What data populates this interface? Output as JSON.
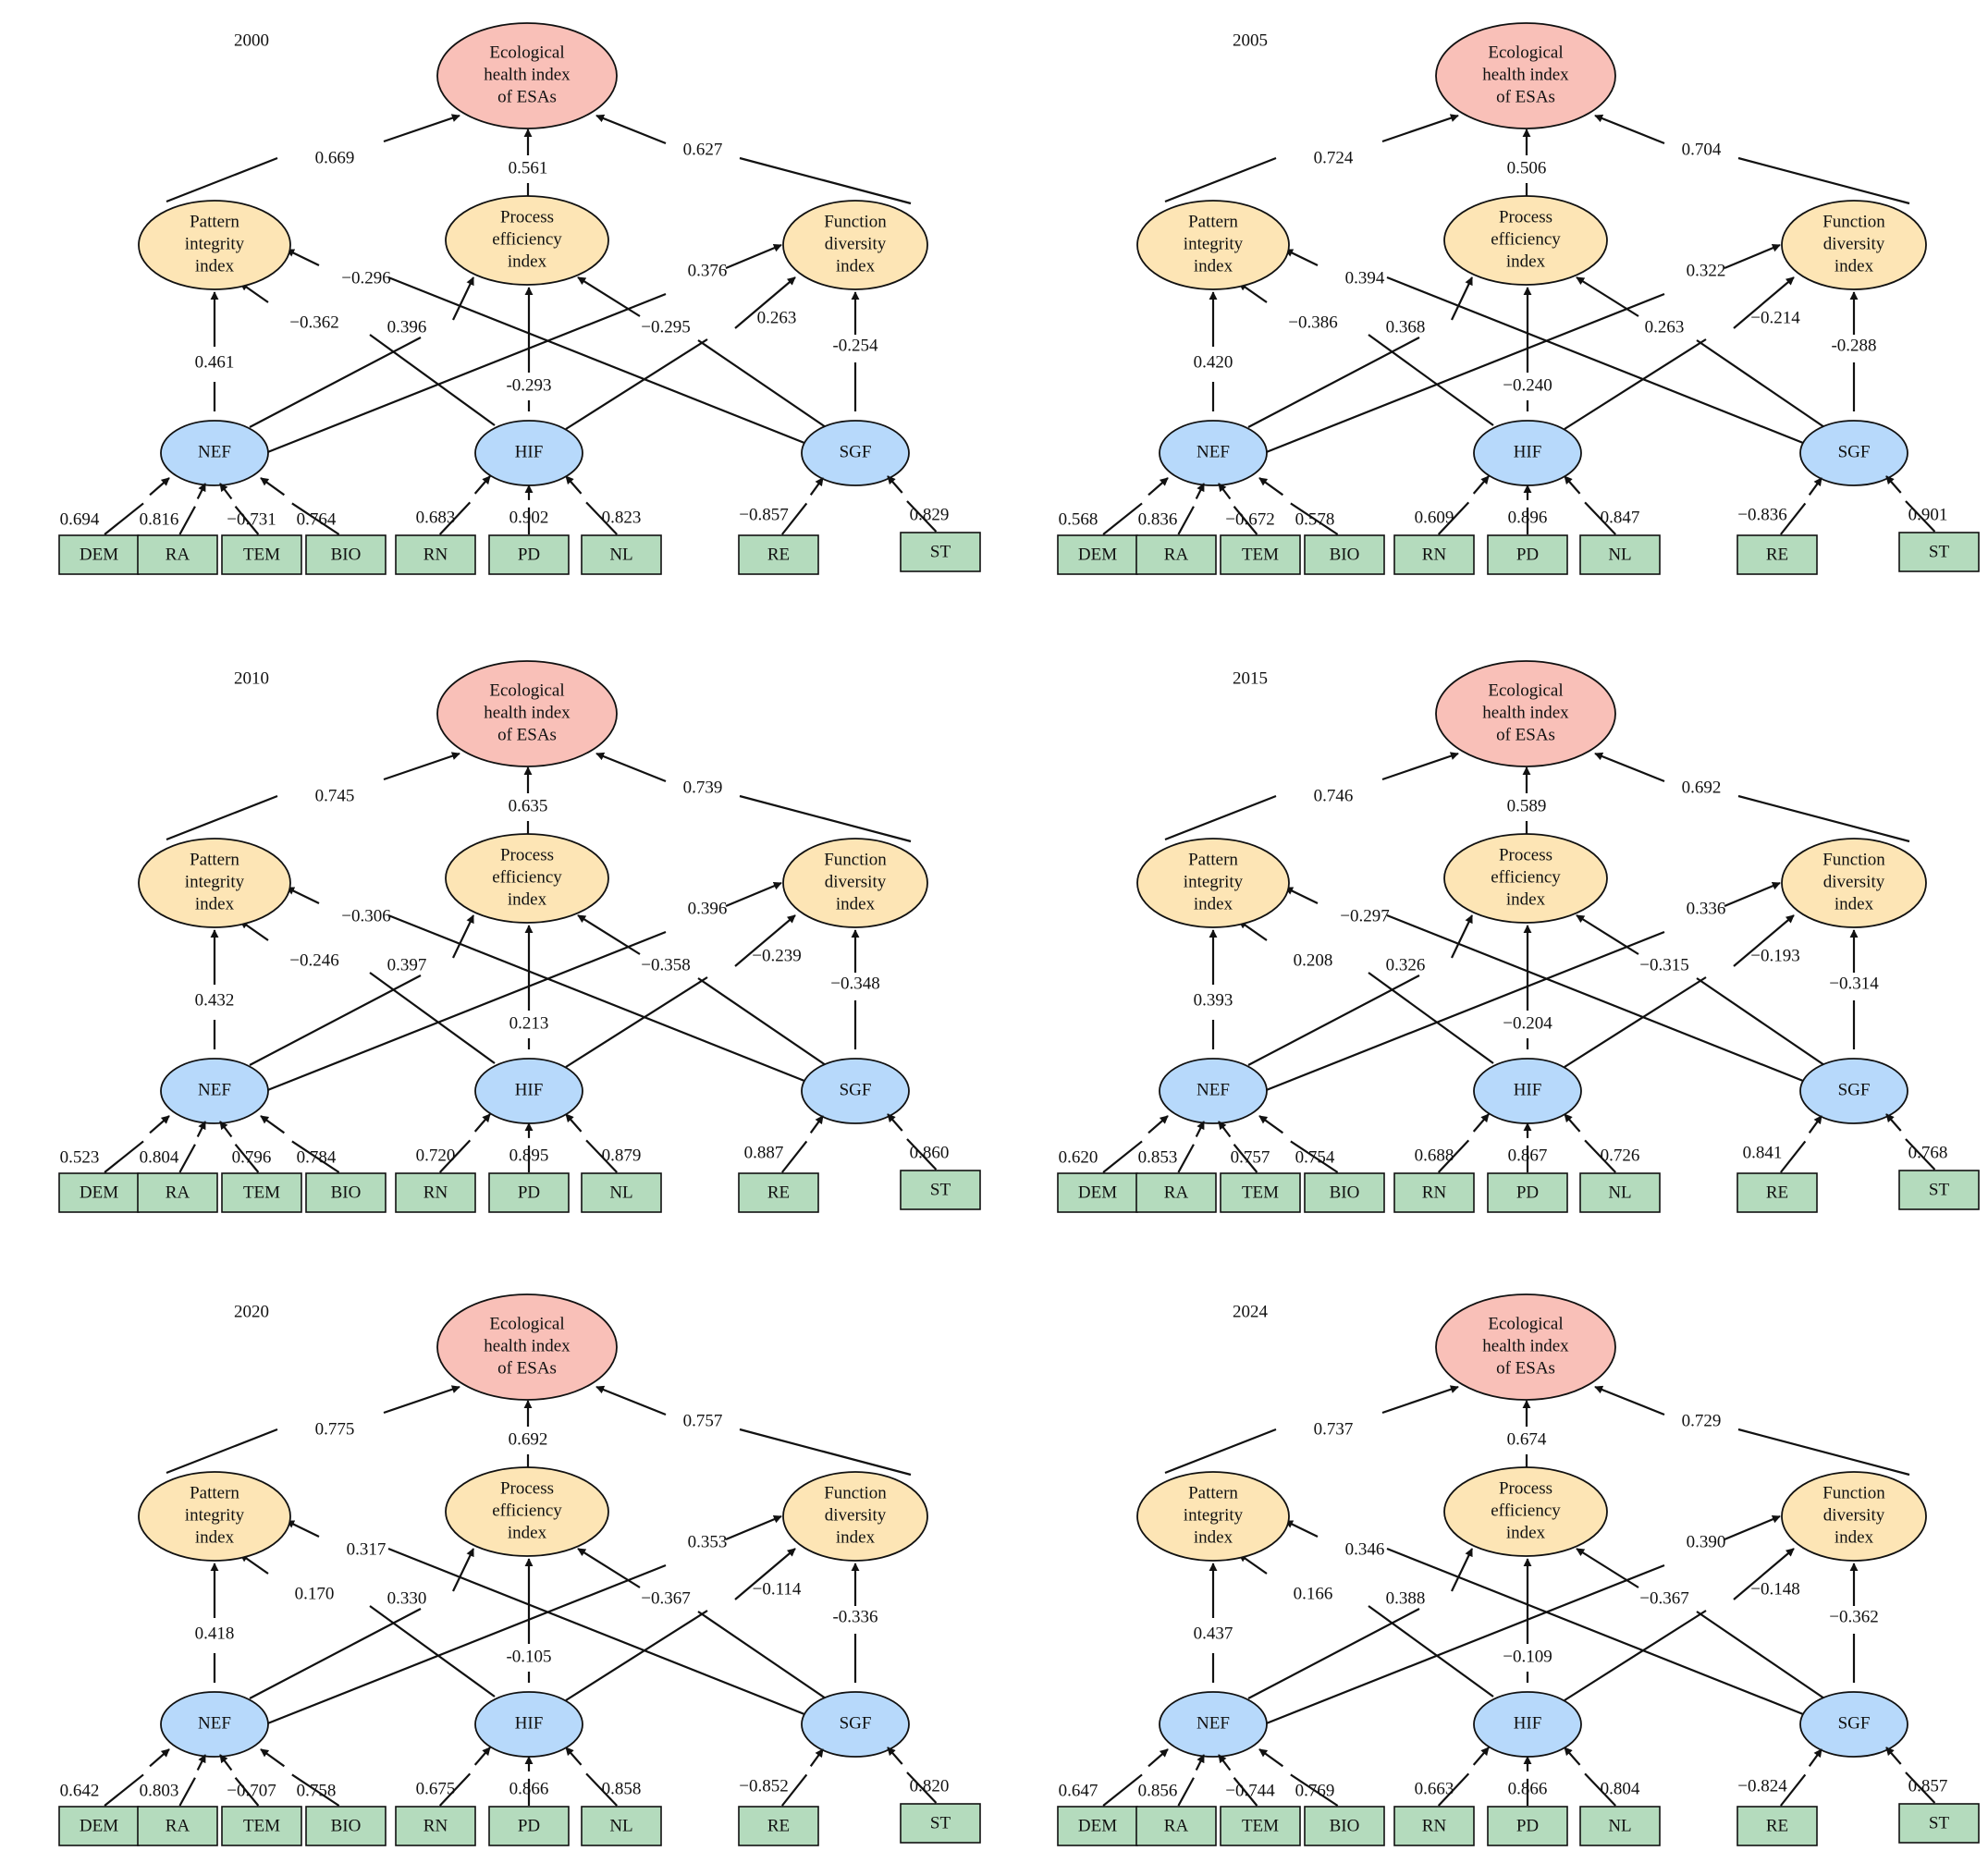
{
  "colors": {
    "ecological_node": "#f9c0b8",
    "index_node": "#fde5b5",
    "factor_node": "#b7d9fb",
    "measure_box": "#b4dbbd",
    "stroke": "#111111"
  },
  "labels": {
    "eco": [
      "Ecological",
      "health index",
      "of ESAs"
    ],
    "pattern": [
      "Pattern",
      "integrity",
      "index"
    ],
    "process": [
      "Process",
      "efficiency",
      "index"
    ],
    "function": [
      "Function",
      "diversity",
      "index"
    ],
    "nef": "NEF",
    "hif": "HIF",
    "sgf": "SGF",
    "measures": [
      "DEM",
      "RA",
      "TEM",
      "BIO",
      "RN",
      "PD",
      "NL",
      "RE",
      "ST"
    ]
  },
  "panels": [
    {
      "year": "2000",
      "to_eco": [
        "0.669",
        "0.561",
        "0.627"
      ],
      "nef_pattern": "0.461",
      "nef_process": "0.396",
      "nef_function": "0.376",
      "hif_pattern": "−0.362",
      "hif_process": "-0.293",
      "hif_function": "0.263",
      "sgf_pattern": "−0.296",
      "sgf_process": "−0.295",
      "sgf_function": "-0.254",
      "loadings": [
        "0.694",
        "0.816",
        "−0.731",
        "0.764",
        "0.683",
        "0.902",
        "0.823",
        "−0.857",
        "0.829"
      ]
    },
    {
      "year": "2005",
      "to_eco": [
        "0.724",
        "0.506",
        "0.704"
      ],
      "nef_pattern": "0.420",
      "nef_process": "0.368",
      "nef_function": "0.322",
      "hif_pattern": "−0.386",
      "hif_process": "−0.240",
      "hif_function": "−0.214",
      "sgf_pattern": "0.394",
      "sgf_process": "0.263",
      "sgf_function": "-0.288",
      "loadings": [
        "0.568",
        "0.836",
        "−0.672",
        "0.578",
        "0.609",
        "0.896",
        "0.847",
        "−0.836",
        "0.901"
      ]
    },
    {
      "year": "2010",
      "to_eco": [
        "0.745",
        "0.635",
        "0.739"
      ],
      "nef_pattern": "0.432",
      "nef_process": "0.397",
      "nef_function": "0.396",
      "hif_pattern": "−0.246",
      "hif_process": "0.213",
      "hif_function": "−0.239",
      "sgf_pattern": "−0.306",
      "sgf_process": "−0.358",
      "sgf_function": "−0.348",
      "loadings": [
        "0.523",
        "0.804",
        "0.796",
        "0.784",
        "0.720",
        "0.895",
        "0.879",
        "0.887",
        "0.860"
      ]
    },
    {
      "year": "2015",
      "to_eco": [
        "0.746",
        "0.589",
        "0.692"
      ],
      "nef_pattern": "0.393",
      "nef_process": "0.326",
      "nef_function": "0.336",
      "hif_pattern": "0.208",
      "hif_process": "−0.204",
      "hif_function": "−0.193",
      "sgf_pattern": "−0.297",
      "sgf_process": "−0.315",
      "sgf_function": "−0.314",
      "loadings": [
        "0.620",
        "0.853",
        "0.757",
        "0.754",
        "0.688",
        "0.867",
        "0.726",
        "0.841",
        "0.768"
      ]
    },
    {
      "year": "2020",
      "to_eco": [
        "0.775",
        "0.692",
        "0.757"
      ],
      "nef_pattern": "0.418",
      "nef_process": "0.330",
      "nef_function": "0.353",
      "hif_pattern": "0.170",
      "hif_process": "-0.105",
      "hif_function": "−0.114",
      "sgf_pattern": "0.317",
      "sgf_process": "−0.367",
      "sgf_function": "-0.336",
      "loadings": [
        "0.642",
        "0.803",
        "−0.707",
        "0.758",
        "0.675",
        "0.866",
        "0.858",
        "−0.852",
        "0.820"
      ]
    },
    {
      "year": "2024",
      "to_eco": [
        "0.737",
        "0.674",
        "0.729"
      ],
      "nef_pattern": "0.437",
      "nef_process": "0.388",
      "nef_function": "0.390",
      "hif_pattern": "0.166",
      "hif_process": "−0.109",
      "hif_function": "−0.148",
      "sgf_pattern": "0.346",
      "sgf_process": "−0.367",
      "sgf_function": "−0.362",
      "loadings": [
        "0.647",
        "0.856",
        "−0.744",
        "0.769",
        "0.663",
        "0.866",
        "0.804",
        "−0.824",
        "0.857"
      ]
    }
  ]
}
